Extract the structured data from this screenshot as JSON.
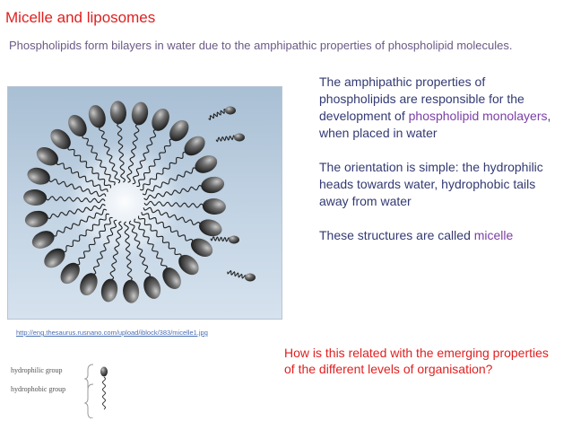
{
  "slide": {
    "title": "Micelle and liposomes",
    "subtitle": "Phospholipids form bilayers in water due to the amphipathic properties of phospholipid molecules.",
    "paragraph1": {
      "part1": "The amphipathic properties of phospholipids are responsible for the development of ",
      "highlight": "phospholipid monolayers",
      "part2": ", when placed in water"
    },
    "paragraph2": "The orientation is simple: the hydrophilic heads towards water, hydrophobic tails away from water",
    "paragraph3": {
      "part1": "These structures are called ",
      "highlight": "micelle"
    },
    "question": "How is this related with  the emerging properties of the different levels of organisation?",
    "image_url": "http://eng.thesaurus.rusnano.com/upload/iblock/383/micelle1.jpg",
    "legend": {
      "hydrophilic": "hydrophilic group",
      "hydrophobic": "hydrophobic group"
    }
  }
}
